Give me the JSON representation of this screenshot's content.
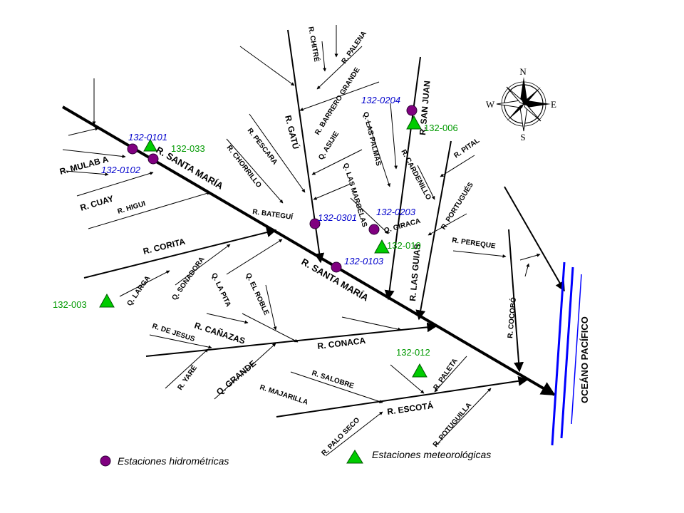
{
  "rivers": {
    "santa_maria_upper": "R. SANTA MARÍA",
    "santa_maria_lower": "R. SANTA MARÍA",
    "mulaba": "R. MULAB A",
    "cuay": "R. CUAY",
    "higui": "R. HIGUI",
    "corita": "R. CORITA",
    "q_larga": "Q. LARGA",
    "q_sonadora": "Q. SONADORA",
    "q_la_pita": "Q. LA PITA",
    "q_el_roble": "Q. EL ROBLE",
    "canazas": "R. CAÑAZAS",
    "de_jesus": "R. DE JESUS",
    "yare": "R. YARÉ",
    "q_grande": "Q. GRANDE",
    "conaca": "R. CONACA",
    "salobre": "R. SALOBRE",
    "majarilla": "R. MAJARILLA",
    "palo_seco": "R. PALO SECO",
    "escota": "R. ESCOTÁ",
    "potuguilla": "R. POTUGUILLA",
    "paleta": "R. PALETA",
    "cocobo": "R. COCOBÓ",
    "pereque": "R. PEREQUE",
    "las_guias": "R. LAS GUIAS",
    "portugues": "R. PORTUGUÉS",
    "pital": "R. PITAL",
    "cardenillo": "R. CARDENILLO",
    "q_giraca": "Q. GIRACA",
    "q_las_palmas": "Q. LAS PALMAS",
    "q_las_margelas": "Q. LAS MARGELAS",
    "san_juan": "R. SAN JUAN",
    "gatu": "R. GATÚ",
    "q_asijie": "Q. ASIJIE",
    "barrero_grande": "R. BARRERO GRANDE",
    "chitre": "R. CHITRÉ",
    "palena": "R. PALENA",
    "pescara": "R. PESCARA",
    "chorrillo": "R. CHORRILLO",
    "bategui": "R. BATEGUÍ"
  },
  "ocean": "OCEÁNO PACÍFICO",
  "stations": {
    "hydro": [
      "132-0101",
      "132-0102",
      "132-0301",
      "132-0103",
      "132-0203",
      "132-0204"
    ],
    "meteo": [
      "132-033",
      "132-006",
      "132-010",
      "132-003",
      "132-012"
    ]
  },
  "legend": {
    "hydro_label": "Estaciones hidrométricas",
    "meteo_label": "Estaciones meteorológicas"
  },
  "compass": {
    "n": "N",
    "s": "S",
    "e": "E",
    "w": "W"
  },
  "colors": {
    "hydro_marker": "#800080",
    "meteo_marker": "#00cc00",
    "hydro_code": "#0000cc",
    "meteo_code": "#009900",
    "ocean_lines": "#0000ff"
  }
}
